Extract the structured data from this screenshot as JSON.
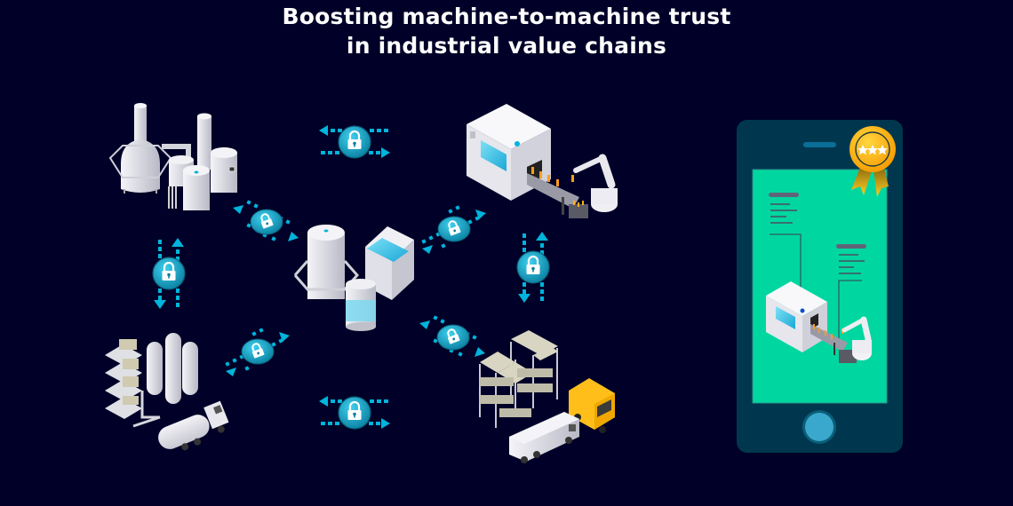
{
  "title": {
    "line1": "Boosting machine-to-machine trust",
    "line2": "in industrial value chains"
  },
  "colors": {
    "background": "#000028",
    "accent_cyan": "#00b4dc",
    "lock_badge": "#0f9fc0",
    "phone_body": "#00374e",
    "phone_screen": "#00d7a0",
    "medal_gold": "#ffb900",
    "machine_white": "#e8e8ee"
  },
  "diagram": {
    "nodes": [
      {
        "id": "chemical-plant",
        "icon": "chemical-plant-icon"
      },
      {
        "id": "bottling-machine",
        "icon": "bottling-machine-icon"
      },
      {
        "id": "central-process-unit",
        "icon": "process-tank-icon"
      },
      {
        "id": "storage-silos",
        "icon": "silo-tanker-icon"
      },
      {
        "id": "warehouse-logistics",
        "icon": "warehouse-truck-icon"
      }
    ],
    "secure_links": [
      {
        "from": "chemical-plant",
        "to": "bottling-machine",
        "icon": "lock-icon"
      },
      {
        "from": "chemical-plant",
        "to": "central-process-unit",
        "icon": "lock-icon"
      },
      {
        "from": "central-process-unit",
        "to": "bottling-machine",
        "icon": "lock-icon"
      },
      {
        "from": "chemical-plant",
        "to": "storage-silos",
        "icon": "lock-icon"
      },
      {
        "from": "bottling-machine",
        "to": "warehouse-logistics",
        "icon": "lock-icon"
      },
      {
        "from": "storage-silos",
        "to": "central-process-unit",
        "icon": "lock-icon"
      },
      {
        "from": "central-process-unit",
        "to": "warehouse-logistics",
        "icon": "lock-icon"
      },
      {
        "from": "storage-silos",
        "to": "warehouse-logistics",
        "icon": "lock-icon"
      }
    ],
    "phone": {
      "icon": "smartphone-icon",
      "badge_icon": "medal-three-stars-icon",
      "stars": 3
    }
  }
}
